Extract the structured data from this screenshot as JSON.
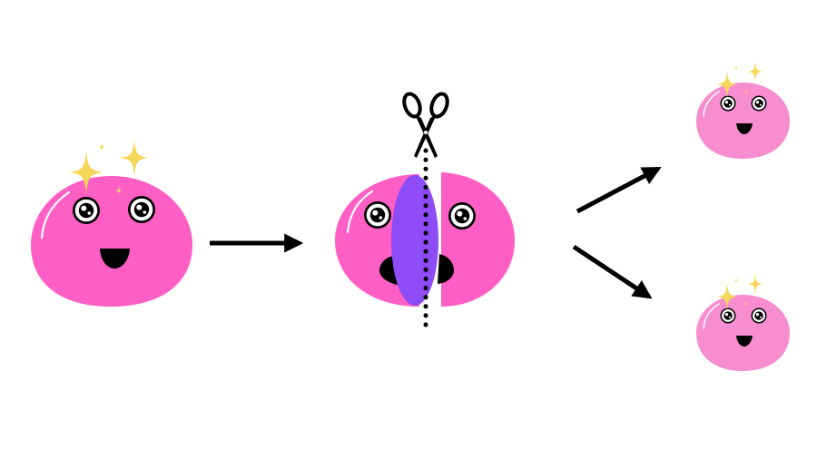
{
  "diagram": {
    "stages": [
      {
        "id": "original",
        "description_icon": "blob-with-sparkles-icon"
      },
      {
        "id": "splitting",
        "description_icon": "blob-being-cut-icon"
      },
      {
        "id": "offspring-top",
        "description_icon": "small-blob-icon"
      },
      {
        "id": "offspring-bottom",
        "description_icon": "small-blob-icon"
      }
    ],
    "tool_icon": "scissors-icon",
    "colors": {
      "blob_main": "#FF5EC4",
      "blob_small": "#F58DCF",
      "split_core": "#8D4CF5",
      "sparkle": "#F5D85B",
      "arrow": "#000000",
      "background": "#FFFFFF"
    }
  }
}
